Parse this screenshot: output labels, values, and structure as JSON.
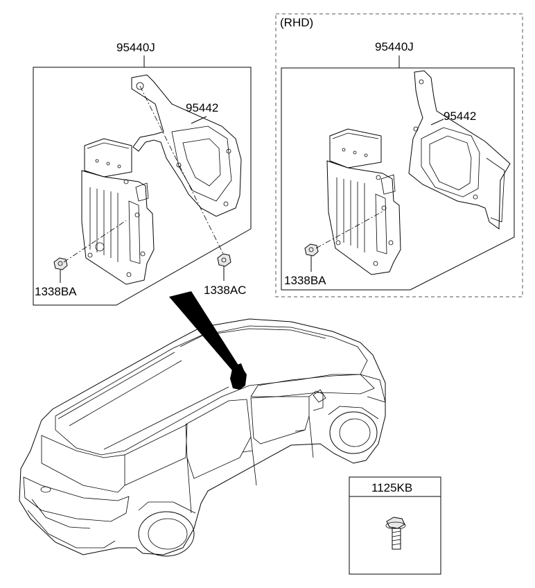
{
  "labels": {
    "left_bracket": "95440J",
    "left_plate": "95442",
    "left_nut": "1338BA",
    "left_nut2": "1338AC",
    "rhd_tag": "(RHD)",
    "right_bracket": "95440J",
    "right_plate": "95442",
    "right_nut": "1338BA",
    "bolt_box_title": "1125KB"
  }
}
